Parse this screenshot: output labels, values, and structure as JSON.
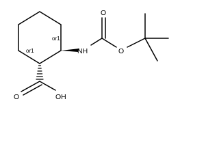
{
  "molecule": {
    "labels": {
      "nh": "NH",
      "oh": "OH",
      "o_carbonyl_carbamate": "O",
      "o_ester": "O",
      "o_carbonyl_acid": "O"
    },
    "stereo": {
      "c1_label": "or1",
      "c2_label": "or1"
    }
  }
}
